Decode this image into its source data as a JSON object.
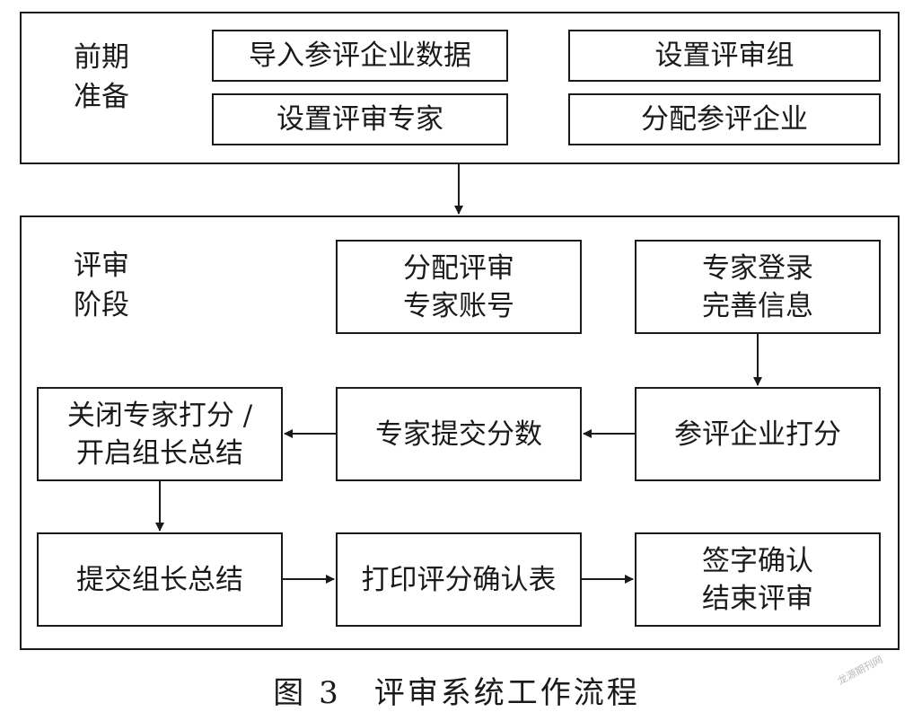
{
  "prep": {
    "label_line1": "前期",
    "label_line2": "准备",
    "import_data": "导入参评企业数据",
    "set_group": "设置评审组",
    "set_experts": "设置评审专家",
    "assign_companies": "分配参评企业"
  },
  "review": {
    "label_line1": "评审",
    "label_line2": "阶段",
    "assign_accounts_line1": "分配评审",
    "assign_accounts_line2": "专家账号",
    "expert_login_line1": "专家登录",
    "expert_login_line2": "完善信息",
    "close_scoring_line1": "关闭专家打分 /",
    "close_scoring_line2": "开启组长总结",
    "submit_scores": "专家提交分数",
    "score_companies": "参评企业打分",
    "submit_summary": "提交组长总结",
    "print_form": "打印评分确认表",
    "sign_line1": "签字确认",
    "sign_line2": "结束评审"
  },
  "caption": "图 3　评审系统工作流程",
  "watermark": "龙源期刊网"
}
